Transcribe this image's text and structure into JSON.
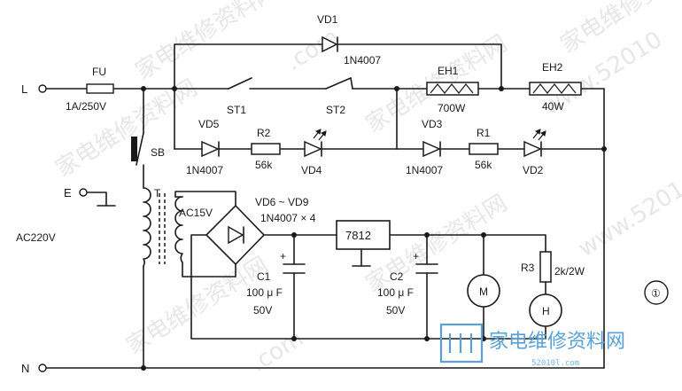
{
  "labels": {
    "terminal_l": "L",
    "terminal_e": "E",
    "terminal_n": "N",
    "fuse": "FU",
    "fuse_rating": "1A/250V",
    "switch_sb": "SB",
    "transformer": "T",
    "supply": "AC220V",
    "secondary": "AC15V",
    "vd1": "VD1",
    "vd1_part": "1N4007",
    "st1": "ST1",
    "st2": "ST2",
    "eh1": "EH1",
    "eh1_power": "700W",
    "eh2": "EH2",
    "eh2_power": "40W",
    "vd5": "VD5",
    "vd5_part": "1N4007",
    "r2": "R2",
    "r2_value": "56k",
    "vd4": "VD4",
    "vd3": "VD3",
    "vd3_part": "1N4007",
    "r1": "R1",
    "r1_value": "56k",
    "vd2": "VD2",
    "bridge": "VD6 ~ VD9",
    "bridge_part": "1N4007 × 4",
    "regulator": "7812",
    "c1": "C1",
    "c1_value": "100 μ F",
    "c1_voltage": "50V",
    "c2": "C2",
    "c2_value": "100 μ F",
    "c2_voltage": "50V",
    "plus_c1": "+",
    "plus_c2": "+",
    "motor": "M",
    "heater": "H",
    "r3": "R3",
    "r3_value": "2k/2W",
    "figure_number": "①"
  },
  "watermarks": {
    "tiles": [
      "家电维修资料网",
      "家电维修资料网",
      "家电维修资料网",
      "家电维修资料网",
      "www.52010",
      "www.5201",
      "家电维修资料网",
      ".com",
      ".com",
      "家电维修资料网"
    ],
    "site_logo": "家电维修资料网",
    "site_url": "52010l.com"
  },
  "colors": {
    "ink": "#1a1a1a",
    "watermark_gray": "#c8c8c8",
    "watermark_blue": "#5aa0d8"
  }
}
